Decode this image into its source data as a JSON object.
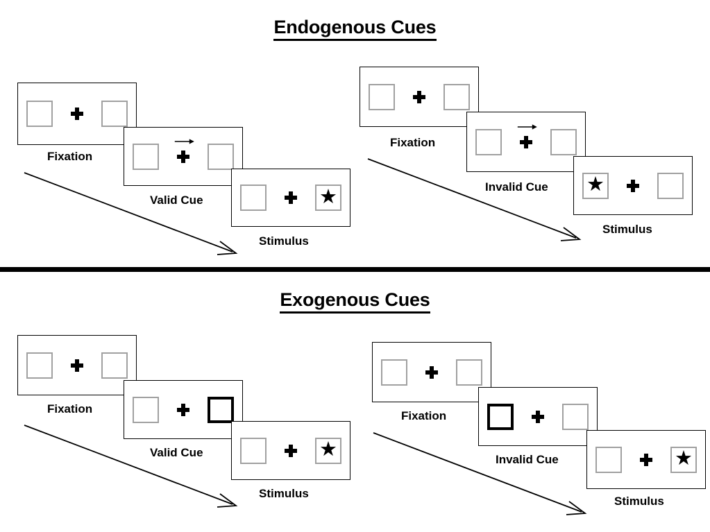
{
  "figure": {
    "title_endogenous": "Endogenous Cues",
    "title_exogenous": "Exogenous Cues",
    "star_glyph": "★"
  },
  "sections": [
    {
      "id": "endogenous",
      "title": "Endogenous Cues",
      "sequences": [
        {
          "id": "endogenous-valid",
          "condition": "valid",
          "frames": [
            {
              "label": "Fixation",
              "cue_type": "none",
              "cue_side": "none",
              "stimulus_side": "none"
            },
            {
              "label": "Valid Cue",
              "cue_type": "arrow",
              "cue_side": "right",
              "stimulus_side": "none"
            },
            {
              "label": "Stimulus",
              "cue_type": "none",
              "cue_side": "none",
              "stimulus_side": "right"
            }
          ]
        },
        {
          "id": "endogenous-invalid",
          "condition": "invalid",
          "frames": [
            {
              "label": "Fixation",
              "cue_type": "none",
              "cue_side": "none",
              "stimulus_side": "none"
            },
            {
              "label": "Invalid Cue",
              "cue_type": "arrow",
              "cue_side": "right",
              "stimulus_side": "none"
            },
            {
              "label": "Stimulus",
              "cue_type": "none",
              "cue_side": "none",
              "stimulus_side": "left"
            }
          ]
        }
      ]
    },
    {
      "id": "exogenous",
      "title": "Exogenous Cues",
      "sequences": [
        {
          "id": "exogenous-valid",
          "condition": "valid",
          "frames": [
            {
              "label": "Fixation",
              "cue_type": "none",
              "cue_side": "none",
              "stimulus_side": "none"
            },
            {
              "label": "Valid Cue",
              "cue_type": "box",
              "cue_side": "right",
              "stimulus_side": "none"
            },
            {
              "label": "Stimulus",
              "cue_type": "none",
              "cue_side": "none",
              "stimulus_side": "right"
            }
          ]
        },
        {
          "id": "exogenous-invalid",
          "condition": "invalid",
          "frames": [
            {
              "label": "Fixation",
              "cue_type": "none",
              "cue_side": "none",
              "stimulus_side": "none"
            },
            {
              "label": "Invalid Cue",
              "cue_type": "box",
              "cue_side": "left",
              "stimulus_side": "none"
            },
            {
              "label": "Stimulus",
              "cue_type": "none",
              "cue_side": "none",
              "stimulus_side": "right"
            }
          ]
        }
      ]
    }
  ],
  "labels": {
    "fixation": "Fixation",
    "valid_cue": "Valid Cue",
    "invalid_cue": "Invalid Cue",
    "stimulus": "Stimulus"
  },
  "colors": {
    "background": "#ffffff",
    "panel_border": "#000000",
    "box_border": "#a0a0a0",
    "cue_box_border": "#000000",
    "ink": "#000000"
  }
}
